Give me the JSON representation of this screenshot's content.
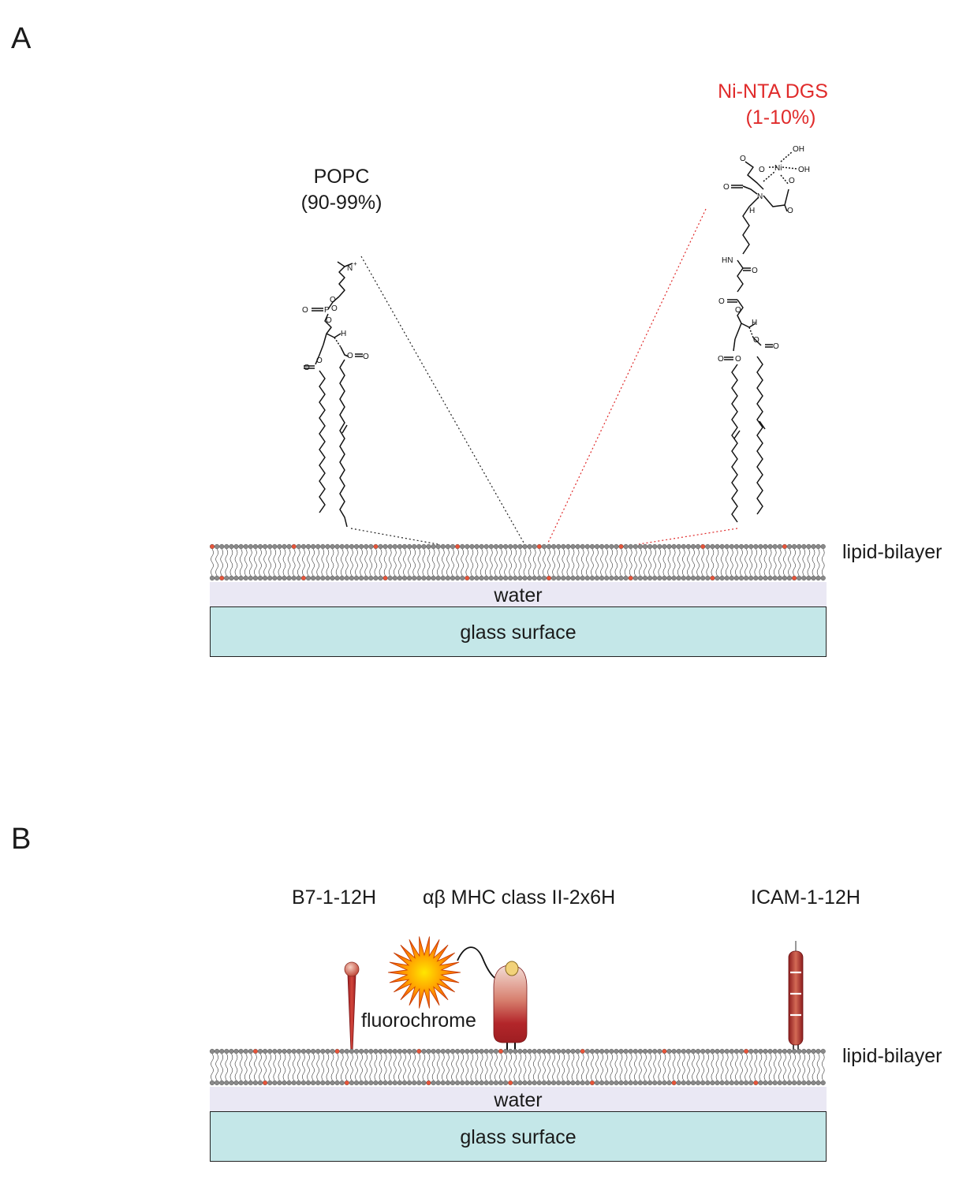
{
  "panel_a": {
    "label": "A",
    "popc_name": "POPC",
    "popc_pct": "(90-99%)",
    "ninta_name": "Ni-NTA DGS",
    "ninta_pct": "(1-10%)",
    "bilayer_label": "lipid-bilayer",
    "water_label": "water",
    "glass_label": "glass surface",
    "popc_atoms": {
      "n": "N",
      "plus": "+",
      "p": "P",
      "o": "O",
      "h": "H"
    },
    "ninta_atoms": {
      "ni": "Ni",
      "oh": "OH",
      "n": "N",
      "hn": "HN",
      "o": "O",
      "h": "H"
    }
  },
  "panel_b": {
    "label": "B",
    "b7_label": "B7-1-12H",
    "mhc_label": "αβ MHC class II-2x6H",
    "icam_label": "ICAM-1-12H",
    "fluoro_label": "fluorochrome",
    "bilayer_label": "lipid-bilayer",
    "water_label": "water",
    "glass_label": "glass surface"
  },
  "colors": {
    "ninta_red": "#e02b2b",
    "water": "#eae8f4",
    "glass": "#c4e7e8",
    "protein_red": "#b3262a",
    "head_grey": "#8a8a8a",
    "head_red": "#e8553a"
  }
}
